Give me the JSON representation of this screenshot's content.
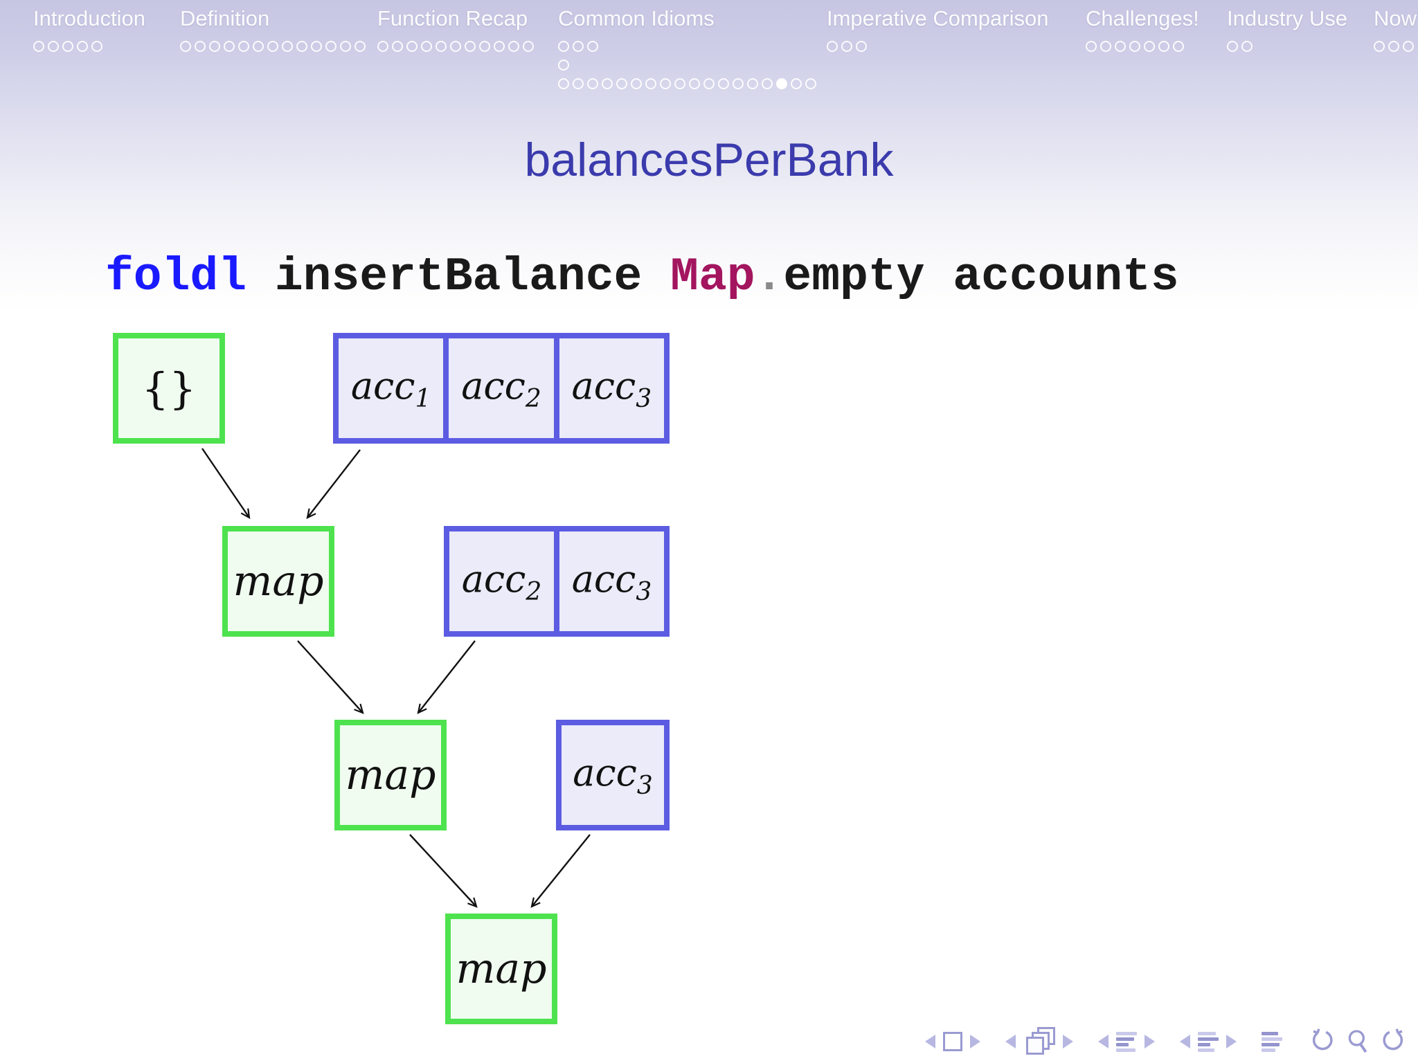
{
  "nav": {
    "sections": [
      {
        "label": "Introduction",
        "dot_rows": [
          {
            "count": 5,
            "filled": -1
          }
        ]
      },
      {
        "label": "Definition",
        "dot_rows": [
          {
            "count": 13,
            "filled": -1
          }
        ]
      },
      {
        "label": "Function Recap",
        "dot_rows": [
          {
            "count": 11,
            "filled": -1
          }
        ]
      },
      {
        "label": "Common Idioms",
        "dot_rows": [
          {
            "count": 3,
            "filled": -1
          },
          {
            "count": 1,
            "filled": -1
          },
          {
            "count": 18,
            "filled": 15
          }
        ]
      },
      {
        "label": "Imperative Comparison",
        "dot_rows": [
          {
            "count": 3,
            "filled": -1
          }
        ]
      },
      {
        "label": "Challenges!",
        "dot_rows": [
          {
            "count": 7,
            "filled": -1
          }
        ]
      },
      {
        "label": "Industry Use",
        "dot_rows": [
          {
            "count": 2,
            "filled": -1
          }
        ]
      },
      {
        "label": "Now",
        "dot_rows": [
          {
            "count": 3,
            "filled": -1
          }
        ]
      }
    ]
  },
  "slide": {
    "title": "balancesPerBank"
  },
  "code": {
    "full_text": "foldl insertBalance Map.empty accounts",
    "tokens": [
      {
        "text": "foldl",
        "color": "#1a1aff"
      },
      {
        "text": " insertBalance ",
        "color": "#1a1a1a"
      },
      {
        "text": "Map",
        "color": "#a3155f"
      },
      {
        "text": ".",
        "color": "#8a8a8a"
      },
      {
        "text": "empty accounts",
        "color": "#1a1a1a"
      }
    ]
  },
  "diagram": {
    "empty_label": "{}",
    "map_label": "map",
    "arrays": [
      {
        "name": "accounts-list-3",
        "cells": [
          {
            "base": "acc",
            "sub": "1"
          },
          {
            "base": "acc",
            "sub": "2"
          },
          {
            "base": "acc",
            "sub": "3"
          }
        ]
      },
      {
        "name": "accounts-list-2",
        "cells": [
          {
            "base": "acc",
            "sub": "2"
          },
          {
            "base": "acc",
            "sub": "3"
          }
        ]
      },
      {
        "name": "accounts-list-1",
        "cells": [
          {
            "base": "acc",
            "sub": "3"
          }
        ]
      }
    ],
    "edges": [
      "empty-map -> map-1",
      "accounts-list-3 -> map-1",
      "map-1 -> map-2",
      "accounts-list-2 -> map-2",
      "map-2 -> map-3",
      "accounts-list-1 -> map-3"
    ]
  },
  "controls": {
    "icons": [
      "prev-slide",
      "slide-frame",
      "next-slide",
      "prev-frame",
      "frames",
      "next-frame",
      "prev-subsection",
      "subsection-list",
      "next-subsection",
      "prev-section",
      "section-list",
      "next-section",
      "document-outline",
      "back",
      "search",
      "forward"
    ]
  },
  "colors": {
    "title": "#3b3bad",
    "nav_text": "#ffffff",
    "green_border": "#4ee24e",
    "green_fill": "#f0fcf0",
    "blue_border": "#5c5ce2",
    "blue_fill": "#ebebf9",
    "arrow": "#111111",
    "control_icon": "#9a9ad2",
    "control_icon_light": "#c9c9ea",
    "header_top": "#c6c6e3"
  }
}
